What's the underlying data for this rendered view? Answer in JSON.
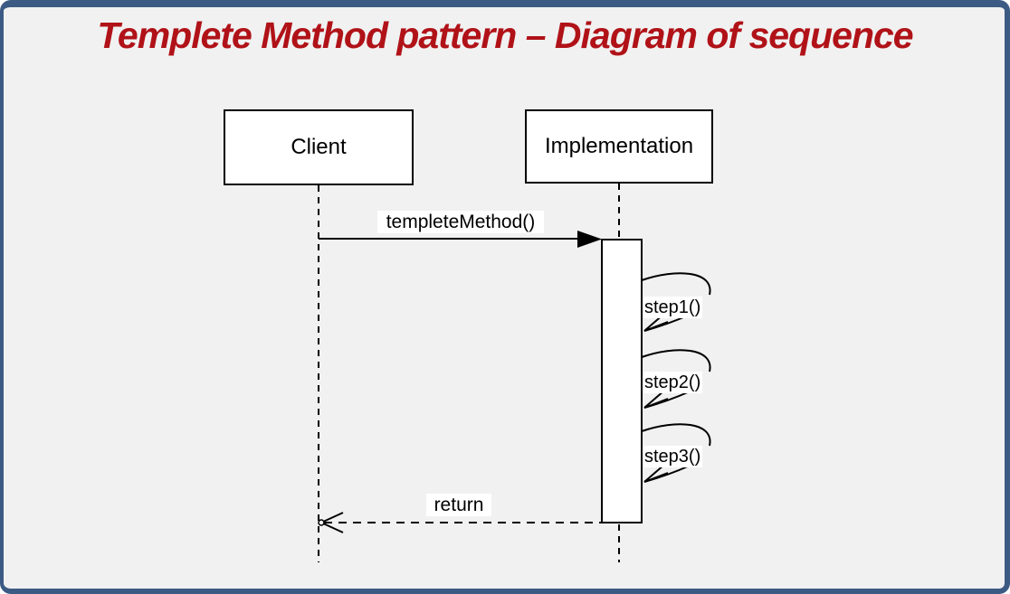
{
  "title": {
    "text": "Templete Method pattern – Diagram of sequence"
  },
  "colors": {
    "frame_border": "#3c5b84",
    "background": "#f1f1f1",
    "title_red": "#b01218",
    "shape_fill": "#ffffff",
    "stroke": "#000000"
  },
  "diagram": {
    "kind": "uml-sequence-diagram",
    "lifelines": [
      {
        "id": "client",
        "label": "Client"
      },
      {
        "id": "implementation",
        "label": "Implementation"
      }
    ],
    "messages": [
      {
        "label": "templeteMethod()",
        "from": "Client",
        "to": "Implementation",
        "line": "solid",
        "arrowhead": "filled",
        "self": false
      },
      {
        "label": "step1()",
        "from": "Implementation",
        "to": "Implementation",
        "line": "solid",
        "arrowhead": "open",
        "self": true
      },
      {
        "label": "step2()",
        "from": "Implementation",
        "to": "Implementation",
        "line": "solid",
        "arrowhead": "open",
        "self": true
      },
      {
        "label": "step3()",
        "from": "Implementation",
        "to": "Implementation",
        "line": "solid",
        "arrowhead": "open",
        "self": true
      },
      {
        "label": "return",
        "from": "Implementation",
        "to": "Client",
        "line": "dashed",
        "arrowhead": "open",
        "self": false
      }
    ]
  }
}
